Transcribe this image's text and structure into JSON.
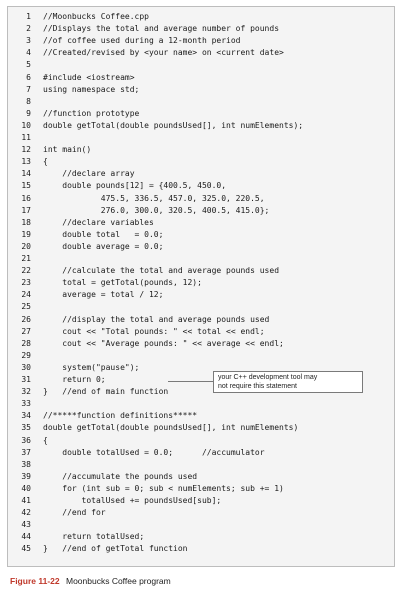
{
  "code": {
    "lines": [
      {
        "n": "1",
        "text": "//Moonbucks Coffee.cpp"
      },
      {
        "n": "2",
        "text": "//Displays the total and average number of pounds"
      },
      {
        "n": "3",
        "text": "//of coffee used during a 12-month period"
      },
      {
        "n": "4",
        "text": "//Created/revised by <your name> on <current date>"
      },
      {
        "n": "5",
        "text": ""
      },
      {
        "n": "6",
        "text": "#include <iostream>"
      },
      {
        "n": "7",
        "text": "using namespace std;"
      },
      {
        "n": "8",
        "text": ""
      },
      {
        "n": "9",
        "text": "//function prototype"
      },
      {
        "n": "10",
        "text": "double getTotal(double poundsUsed[], int numElements);"
      },
      {
        "n": "11",
        "text": ""
      },
      {
        "n": "12",
        "text": "int main()"
      },
      {
        "n": "13",
        "text": "{"
      },
      {
        "n": "14",
        "text": "    //declare array"
      },
      {
        "n": "15",
        "text": "    double pounds[12] = {400.5, 450.0,"
      },
      {
        "n": "16",
        "text": "            475.5, 336.5, 457.0, 325.0, 220.5,"
      },
      {
        "n": "17",
        "text": "            276.0, 300.0, 320.5, 400.5, 415.0};"
      },
      {
        "n": "18",
        "text": "    //declare variables"
      },
      {
        "n": "19",
        "text": "    double total   = 0.0;"
      },
      {
        "n": "20",
        "text": "    double average = 0.0;"
      },
      {
        "n": "21",
        "text": ""
      },
      {
        "n": "22",
        "text": "    //calculate the total and average pounds used"
      },
      {
        "n": "23",
        "text": "    total = getTotal(pounds, 12);"
      },
      {
        "n": "24",
        "text": "    average = total / 12;"
      },
      {
        "n": "25",
        "text": ""
      },
      {
        "n": "26",
        "text": "    //display the total and average pounds used"
      },
      {
        "n": "27",
        "text": "    cout << \"Total pounds: \" << total << endl;"
      },
      {
        "n": "28",
        "text": "    cout << \"Average pounds: \" << average << endl;"
      },
      {
        "n": "29",
        "text": ""
      },
      {
        "n": "30",
        "text": "    system(\"pause\");"
      },
      {
        "n": "31",
        "text": "    return 0;"
      },
      {
        "n": "32",
        "text": "}   //end of main function"
      },
      {
        "n": "33",
        "text": ""
      },
      {
        "n": "34",
        "text": "//*****function definitions*****"
      },
      {
        "n": "35",
        "text": "double getTotal(double poundsUsed[], int numElements)"
      },
      {
        "n": "36",
        "text": "{"
      },
      {
        "n": "37",
        "text": "    double totalUsed = 0.0;      //accumulator"
      },
      {
        "n": "38",
        "text": ""
      },
      {
        "n": "39",
        "text": "    //accumulate the pounds used"
      },
      {
        "n": "40",
        "text": "    for (int sub = 0; sub < numElements; sub += 1)"
      },
      {
        "n": "41",
        "text": "        totalUsed += poundsUsed[sub];"
      },
      {
        "n": "42",
        "text": "    //end for"
      },
      {
        "n": "43",
        "text": ""
      },
      {
        "n": "44",
        "text": "    return totalUsed;"
      },
      {
        "n": "45",
        "text": "}   //end of getTotal function"
      }
    ]
  },
  "callout": {
    "line1": "your C++ development tool may",
    "line2": "not require this statement"
  },
  "caption": {
    "figure": "Figure 11-22",
    "title": "Moonbucks Coffee program"
  }
}
